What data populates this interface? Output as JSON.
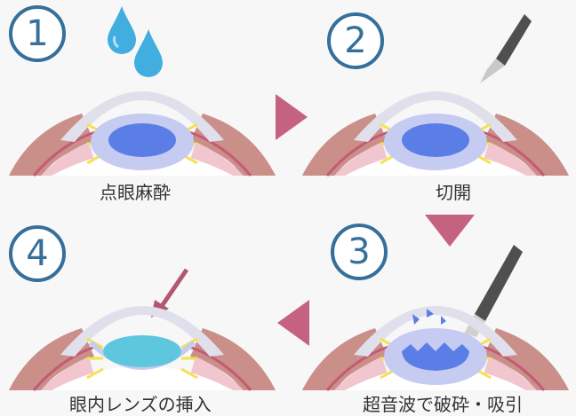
{
  "steps": [
    {
      "number": "1",
      "label": "点眼麻酔"
    },
    {
      "number": "2",
      "label": "切開"
    },
    {
      "number": "3",
      "label": "超音波で破砕・吸引"
    },
    {
      "number": "4",
      "label": "眼内レンズの挿入"
    }
  ],
  "colors": {
    "circle": "#356f9a",
    "arrow": "#c4627f",
    "drop": "#42aee0",
    "lens": "#5b7ee6",
    "iol": "#5ec6dd",
    "instrument": "#4f4f4f"
  }
}
